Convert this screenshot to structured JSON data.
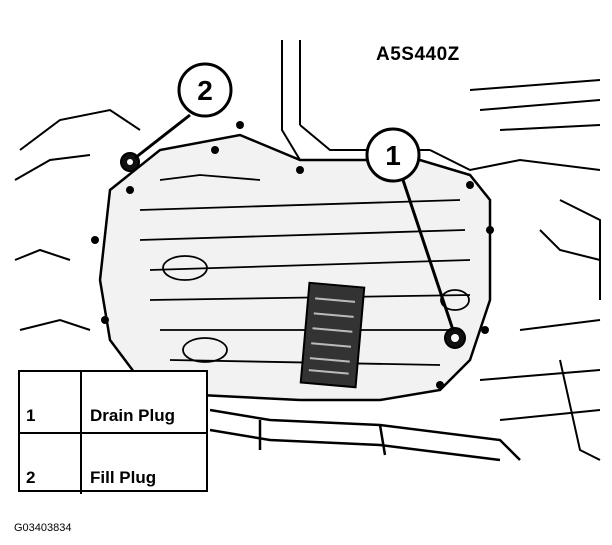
{
  "header": {
    "model_code": "A5S440Z"
  },
  "callouts": [
    {
      "number": "1"
    },
    {
      "number": "2"
    }
  ],
  "legend": {
    "rows": [
      {
        "number": "1",
        "label": "Drain Plug"
      },
      {
        "number": "2",
        "label": "Fill Plug"
      }
    ]
  },
  "footer": {
    "figure_id": "G03403834"
  }
}
